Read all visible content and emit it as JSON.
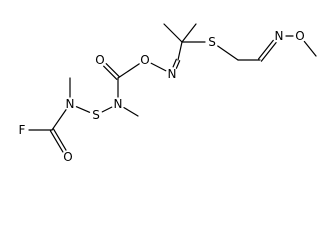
{
  "molecule": {
    "atoms": [
      {
        "id": "F1",
        "label": "F"
      },
      {
        "id": "O1",
        "label": "O"
      },
      {
        "id": "N1",
        "label": "N"
      },
      {
        "id": "S1",
        "label": "S"
      },
      {
        "id": "N2",
        "label": "N"
      },
      {
        "id": "O2",
        "label": "O"
      },
      {
        "id": "O3",
        "label": "O"
      },
      {
        "id": "N3",
        "label": "N"
      },
      {
        "id": "S2",
        "label": "S"
      },
      {
        "id": "N4",
        "label": "N"
      },
      {
        "id": "O4",
        "label": "O"
      }
    ],
    "bonds": [
      {
        "from": "C_acylF",
        "to": "F1",
        "order": 1
      },
      {
        "from": "C_acylF",
        "to": "O1",
        "order": 2
      },
      {
        "from": "C_acylF",
        "to": "N1",
        "order": 1
      },
      {
        "from": "N1",
        "to": "C_me1",
        "order": 1
      },
      {
        "from": "N1",
        "to": "S1",
        "order": 1
      },
      {
        "from": "S1",
        "to": "N2",
        "order": 1
      },
      {
        "from": "N2",
        "to": "C_me2",
        "order": 1
      },
      {
        "from": "N2",
        "to": "C_carb",
        "order": 1
      },
      {
        "from": "C_carb",
        "to": "O2",
        "order": 2
      },
      {
        "from": "C_carb",
        "to": "O3",
        "order": 1
      },
      {
        "from": "O3",
        "to": "N3",
        "order": 1
      },
      {
        "from": "N3",
        "to": "C_imine",
        "order": 2
      },
      {
        "from": "C_imine",
        "to": "C_quat",
        "order": 1
      },
      {
        "from": "C_quat",
        "to": "C_me3",
        "order": 1
      },
      {
        "from": "C_quat",
        "to": "C_me4",
        "order": 1
      },
      {
        "from": "C_quat",
        "to": "S2",
        "order": 1
      },
      {
        "from": "S2",
        "to": "C_ch2",
        "order": 1
      },
      {
        "from": "C_ch2",
        "to": "C_ald",
        "order": 1
      },
      {
        "from": "C_ald",
        "to": "N4",
        "order": 2
      },
      {
        "from": "N4",
        "to": "O4",
        "order": 1
      },
      {
        "from": "O4",
        "to": "C_ome",
        "order": 1
      }
    ]
  }
}
